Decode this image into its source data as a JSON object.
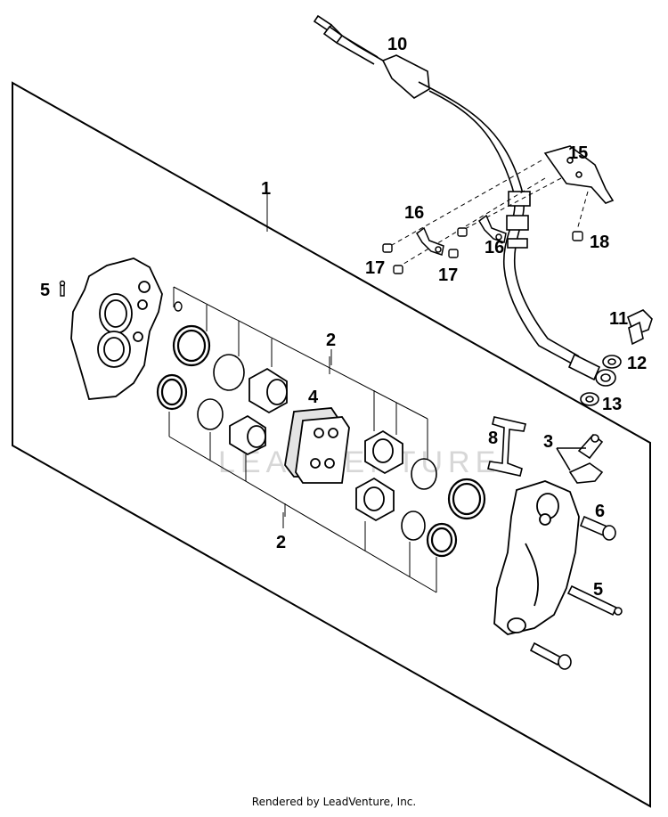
{
  "diagram": {
    "callouts": {
      "c1": "1",
      "c2a": "2",
      "c2b": "2",
      "c3": "3",
      "c4": "4",
      "c5a": "5",
      "c5b": "5",
      "c6": "6",
      "c8": "8",
      "c10": "10",
      "c11": "11",
      "c12": "12",
      "c13": "13",
      "c15": "15",
      "c16a": "16",
      "c16b": "16",
      "c17a": "17",
      "c17b": "17",
      "c18": "18"
    },
    "watermark": "LEADVENTURE"
  },
  "footer": {
    "text": "Rendered by LeadVenture, Inc."
  }
}
